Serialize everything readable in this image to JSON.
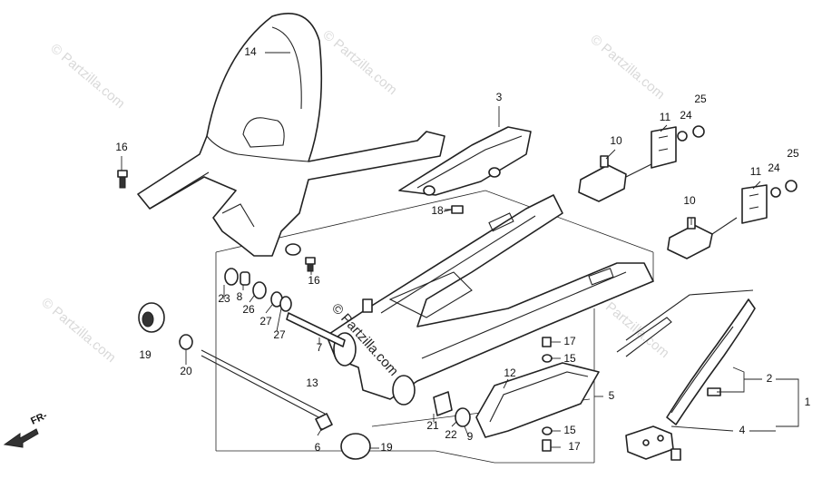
{
  "watermark": {
    "text": "© Partzilla.com"
  },
  "front_indicator": {
    "text": "FR-"
  },
  "callouts": [
    {
      "id": "c14",
      "label": "14"
    },
    {
      "id": "c3",
      "label": "3"
    },
    {
      "id": "c16a",
      "label": "16"
    },
    {
      "id": "c16b",
      "label": "16"
    },
    {
      "id": "c18",
      "label": "18"
    },
    {
      "id": "c10a",
      "label": "10"
    },
    {
      "id": "c11a",
      "label": "11"
    },
    {
      "id": "c24a",
      "label": "24"
    },
    {
      "id": "c25a",
      "label": "25"
    },
    {
      "id": "c10b",
      "label": "10"
    },
    {
      "id": "c11b",
      "label": "11"
    },
    {
      "id": "c24b",
      "label": "24"
    },
    {
      "id": "c25b",
      "label": "25"
    },
    {
      "id": "c23",
      "label": "23"
    },
    {
      "id": "c8",
      "label": "8"
    },
    {
      "id": "c26",
      "label": "26"
    },
    {
      "id": "c27a",
      "label": "27"
    },
    {
      "id": "c27b",
      "label": "27"
    },
    {
      "id": "c7",
      "label": "7"
    },
    {
      "id": "c19a",
      "label": "19"
    },
    {
      "id": "c20",
      "label": "20"
    },
    {
      "id": "c13",
      "label": "13"
    },
    {
      "id": "c6",
      "label": "6"
    },
    {
      "id": "c19b",
      "label": "19"
    },
    {
      "id": "c21",
      "label": "21"
    },
    {
      "id": "c22",
      "label": "22"
    },
    {
      "id": "c9",
      "label": "9"
    },
    {
      "id": "c12",
      "label": "12"
    },
    {
      "id": "c17a",
      "label": "17"
    },
    {
      "id": "c15a",
      "label": "15"
    },
    {
      "id": "c15b",
      "label": "15"
    },
    {
      "id": "c17b",
      "label": "17"
    },
    {
      "id": "c5",
      "label": "5"
    },
    {
      "id": "c2",
      "label": "2"
    },
    {
      "id": "c1",
      "label": "1"
    },
    {
      "id": "c4",
      "label": "4"
    }
  ]
}
